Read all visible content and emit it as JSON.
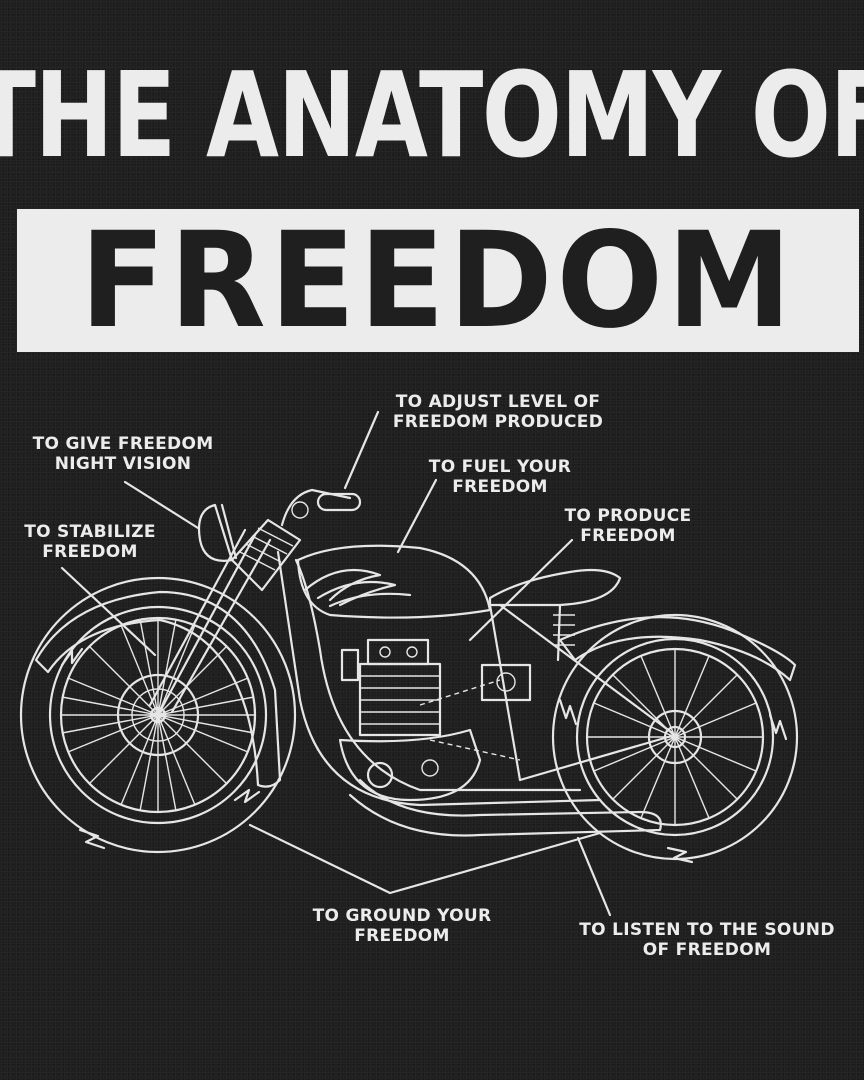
{
  "title": {
    "line1": "THE ANATOMY OF",
    "line2": "FREEDOM"
  },
  "labels": {
    "adjust": "TO ADJUST LEVEL OF\nFREEDOM PRODUCED",
    "night_vision": "TO GIVE FREEDOM\nNIGHT VISION",
    "fuel": "TO FUEL YOUR\nFREEDOM",
    "stabilize": "TO STABILIZE\nFREEDOM",
    "produce": "TO PRODUCE\nFREEDOM",
    "ground": "TO GROUND YOUR\nFREEDOM",
    "listen": "TO LISTEN TO THE SOUND\nOF FREEDOM"
  }
}
